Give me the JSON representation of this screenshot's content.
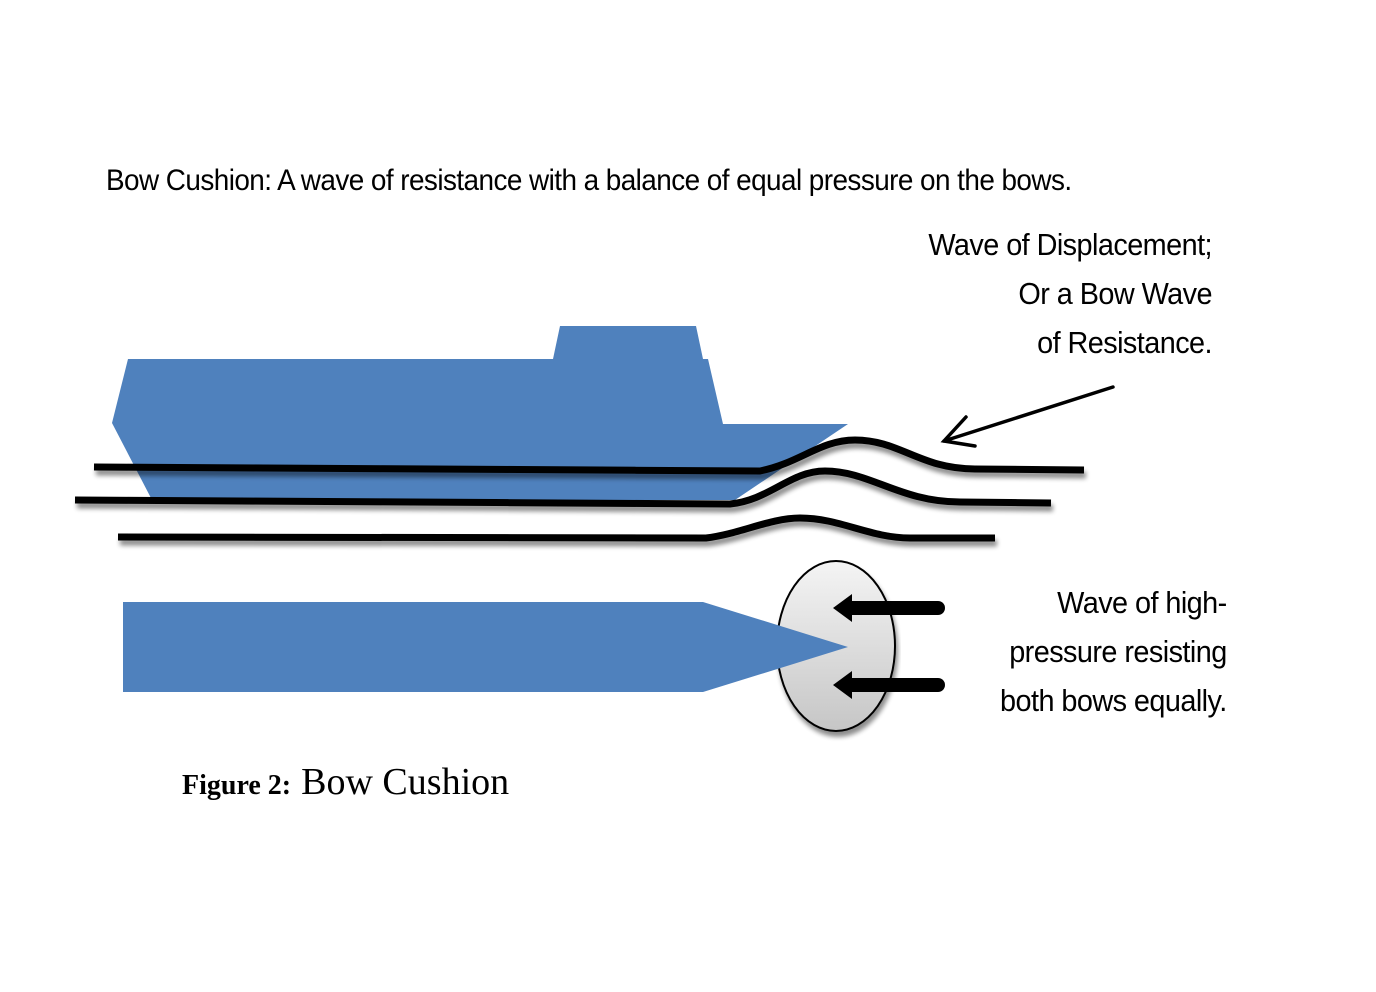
{
  "heading": "Bow Cushion:  A wave of resistance with a balance of equal pressure on the bows.",
  "callouts": {
    "displacement": [
      "Wave of Displacement;",
      "Or a Bow Wave",
      "of Resistance."
    ],
    "high_pressure": [
      "Wave of high-",
      "pressure resisting",
      "both bows equally."
    ]
  },
  "caption": {
    "label": "Figure 2:",
    "title": "Bow Cushion"
  },
  "colors": {
    "hull": "#4f81bd",
    "lines": "#000000",
    "cushion_light": "#f2f2f2",
    "cushion_dark": "#c8c8c8"
  }
}
